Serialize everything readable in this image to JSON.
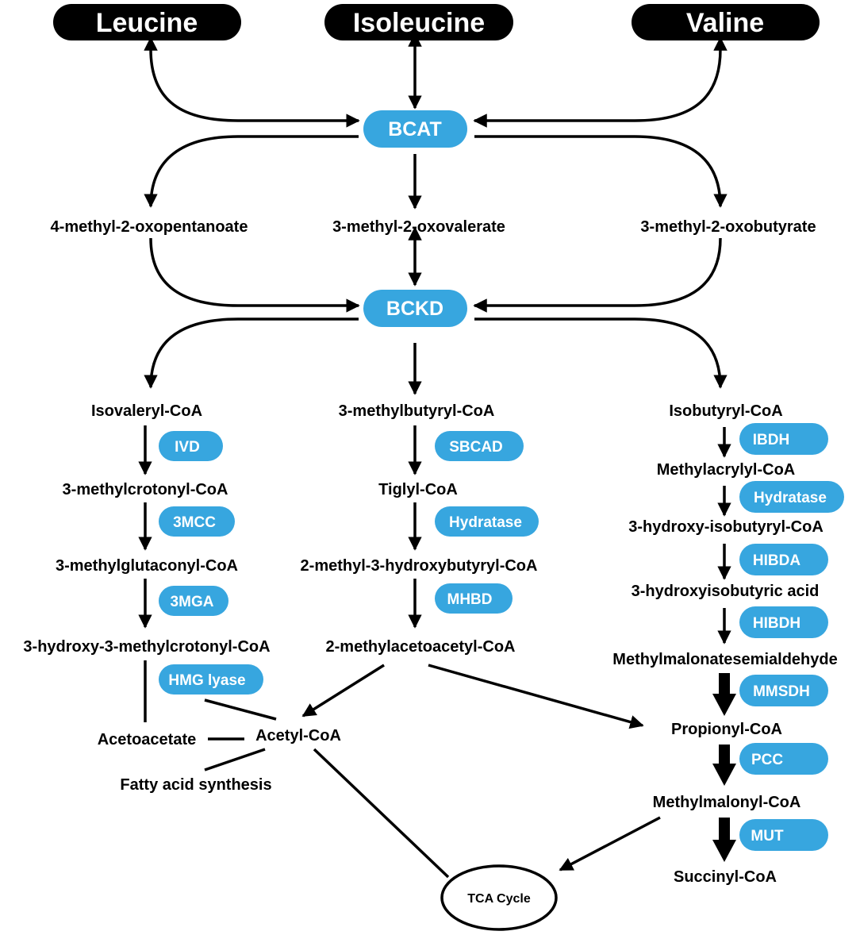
{
  "amino_acids": {
    "leucine": "Leucine",
    "isoleucine": "Isoleucine",
    "valine": "Valine"
  },
  "enzymes": {
    "bcat": "BCAT",
    "bckd": "BCKD",
    "ivd": "IVD",
    "mcc": "3MCC",
    "mga": "3MGA",
    "hmg_lyase": "HMG lyase",
    "sbcad": "SBCAD",
    "hydratase_mid": "Hydratase",
    "mhbd": "MHBD",
    "ibdh": "IBDH",
    "hydratase_right": "Hydratase",
    "hibda": "HIBDA",
    "hibdh": "HIBDH",
    "mmsdh": "MMSDH",
    "pcc": "PCC",
    "mut": "MUT"
  },
  "metabolites": {
    "oxopentanoate": "4-methyl-2-oxopentanoate",
    "oxovalerate": "3-methyl-2-oxovalerate",
    "oxobutyrate": "3-methyl-2-oxobutyrate",
    "isovaleryl": "Isovaleryl-CoA",
    "methylcrotonyl": "3-methylcrotonyl-CoA",
    "methylglutaconyl": "3-methylglutaconyl-CoA",
    "hydroxy_methylcrotonyl": "3-hydroxy-3-methylcrotonyl-CoA",
    "acetoacetate": "Acetoacetate",
    "acetyl_coa": "Acetyl-CoA",
    "fatty_acid": "Fatty acid synthesis",
    "methylbutyryl": "3-methylbutyryl-CoA",
    "tiglyl": "Tiglyl-CoA",
    "hydroxybutyryl": "2-methyl-3-hydroxybutyryl-CoA",
    "methylacetoacetyl": "2-methylacetoacetyl-CoA",
    "isobutyryl": "Isobutyryl-CoA",
    "methylacrylyl": "Methylacrylyl-CoA",
    "hydroxy_isobutyryl": "3-hydroxy-isobutyryl-CoA",
    "hydroxyisobutyric": "3-hydroxyisobutyric acid",
    "semialdehyde": "Methylmalonatesemialdehyde",
    "propionyl": "Propionyl-CoA",
    "methylmalonyl": "Methylmalonyl-CoA",
    "succinyl": "Succinyl-CoA"
  },
  "tca_cycle": "TCA Cycle",
  "colors": {
    "enzyme_fill": "#37a6df",
    "amino_acid_fill": "#000000",
    "line": "#000000"
  }
}
